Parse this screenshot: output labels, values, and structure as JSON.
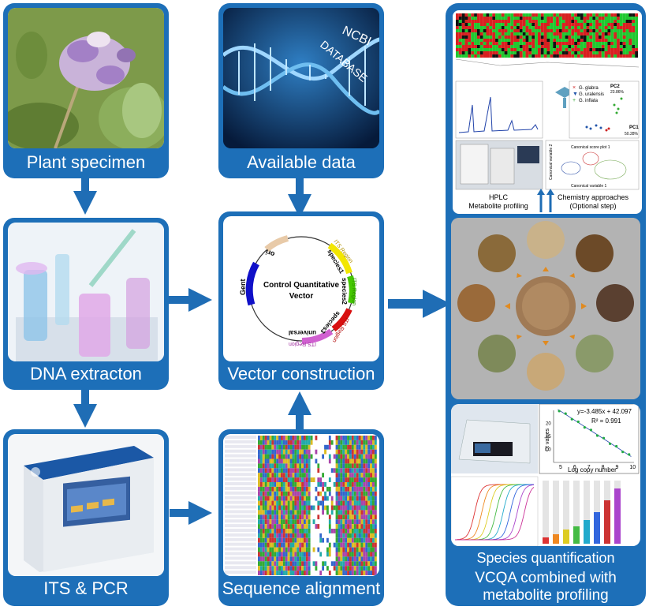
{
  "panels": {
    "plant": {
      "caption": "Plant specimen"
    },
    "data": {
      "caption": "Available data",
      "db_line1": "NCBI",
      "db_line2": "DATABASE"
    },
    "dna": {
      "caption": "DNA extracton"
    },
    "vector": {
      "caption": "Vector construction"
    },
    "pcr": {
      "caption": "ITS & PCR"
    },
    "alignment": {
      "caption": "Sequence alignment"
    }
  },
  "vector_map": {
    "title_line1": "Control Quantitative",
    "title_line2": "Vector",
    "segments": [
      "ori",
      "ITS Region",
      "species1",
      "ITS Region",
      "species2",
      "ITS Region",
      "species3",
      "universal",
      "ITS Region",
      "Gent"
    ],
    "colors": {
      "ori": "#e8caa8",
      "species1": "#f2e600",
      "species2": "#44c800",
      "species3": "#d81010",
      "universal": "#d060d0",
      "gent": "#1010c8"
    }
  },
  "right_panel": {
    "caption_line1": "VCQA combined with",
    "caption_line2": "metabolite profiling",
    "species_caption": "Species quantification",
    "hplc_label_line1": "HPLC",
    "hplc_label_line2": "Metabolite profiling",
    "chem_label_line1": "Chemistry approaches",
    "chem_label_line2": "(Optional step)",
    "pca": {
      "legend": [
        "G. glabra",
        "G. uralensis",
        "G. inflata"
      ],
      "pc2_label": "PC2",
      "pc2_pct": "23.86%",
      "pc1_label": "PC1",
      "pc1_pct": "50.28%"
    },
    "canonical": {
      "title": "Canonical score plot 1",
      "xlabel": "Canonical variable 1",
      "ylabel": "Canonical variable 2"
    },
    "std_curve": {
      "equation": "y=-3.485x + 42.097",
      "r2": "R² = 0.991",
      "xlabel": "Log copy number",
      "ylabel": "Ct values",
      "xticks": [
        "5",
        "6",
        "7",
        "8",
        "9",
        "10"
      ],
      "yticks": [
        "10",
        "15",
        "20"
      ]
    }
  },
  "colors": {
    "panel_blue": "#1d6fb8",
    "arrow_blue": "#1f6db5"
  }
}
